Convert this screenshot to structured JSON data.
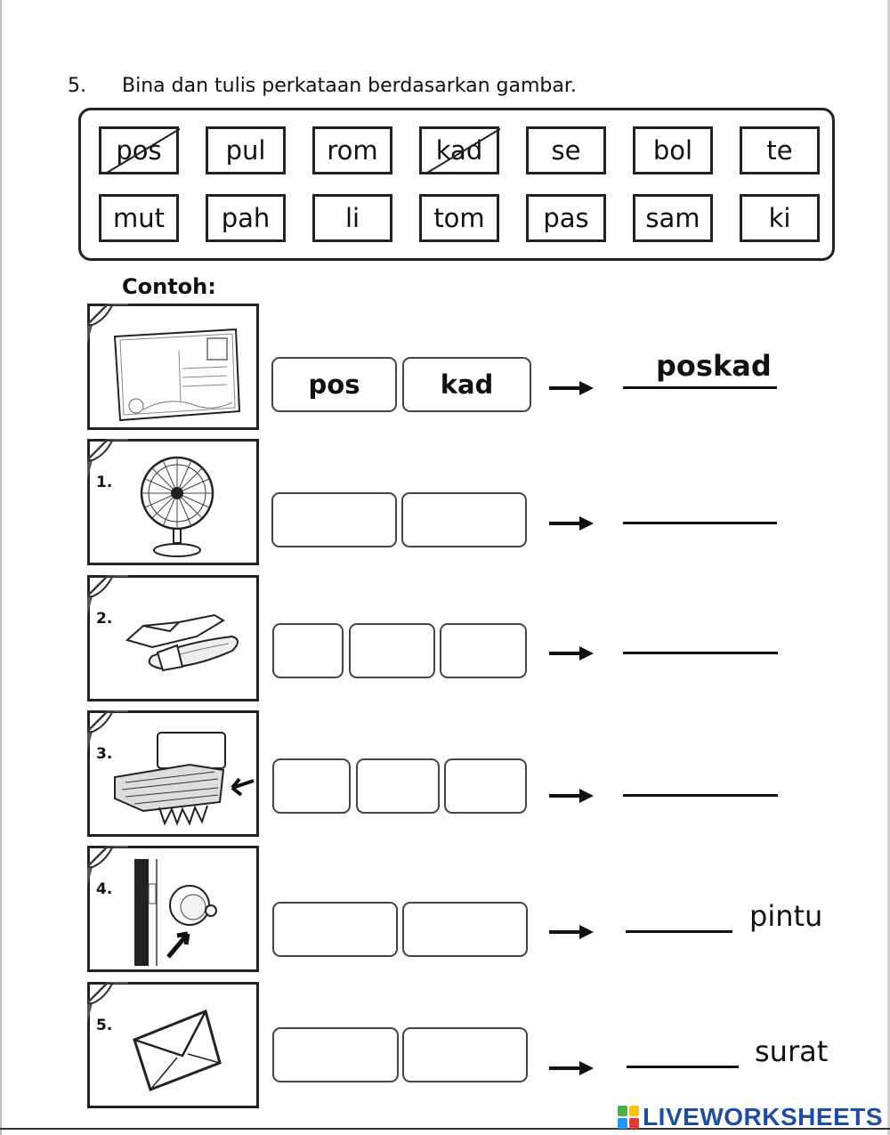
{
  "question": {
    "number": "5.",
    "instruction": "Bina dan tulis perkataan berdasarkan gambar."
  },
  "word_bank": {
    "rows": [
      [
        {
          "text": "pos",
          "crossed": true
        },
        {
          "text": "pul",
          "crossed": false
        },
        {
          "text": "rom",
          "crossed": false
        },
        {
          "text": "kad",
          "crossed": true
        },
        {
          "text": "se",
          "crossed": false
        },
        {
          "text": "bol",
          "crossed": false
        },
        {
          "text": "te",
          "crossed": false
        }
      ],
      [
        {
          "text": "mut",
          "crossed": false
        },
        {
          "text": "pah",
          "crossed": false
        },
        {
          "text": "li",
          "crossed": false
        },
        {
          "text": "tom",
          "crossed": false
        },
        {
          "text": "pas",
          "crossed": false
        },
        {
          "text": "sam",
          "crossed": false
        },
        {
          "text": "ki",
          "crossed": false
        }
      ]
    ]
  },
  "example_label": "Contoh:",
  "items": [
    {
      "number": "",
      "picture": "postcard",
      "boxes": [
        "pos",
        "kad"
      ],
      "answer": "poskad",
      "suffix": ""
    },
    {
      "number": "1.",
      "picture": "fan",
      "boxes": [
        "",
        ""
      ],
      "answer": "",
      "suffix": ""
    },
    {
      "number": "2.",
      "picture": "slippers",
      "boxes": [
        "",
        "",
        ""
      ],
      "answer": "",
      "suffix": ""
    },
    {
      "number": "3.",
      "picture": "bed-sheet",
      "boxes": [
        "",
        "",
        ""
      ],
      "answer": "",
      "suffix": ""
    },
    {
      "number": "4.",
      "picture": "door-knob",
      "boxes": [
        "",
        ""
      ],
      "answer": "",
      "suffix": "pintu"
    },
    {
      "number": "5.",
      "picture": "envelope",
      "boxes": [
        "",
        ""
      ],
      "answer": "",
      "suffix": "surat"
    }
  ],
  "footer": {
    "brand": "LIVEWORKSHEETS",
    "logo_colors": [
      "#4caf50",
      "#ffc107",
      "#2196f3",
      "#e53935"
    ]
  }
}
